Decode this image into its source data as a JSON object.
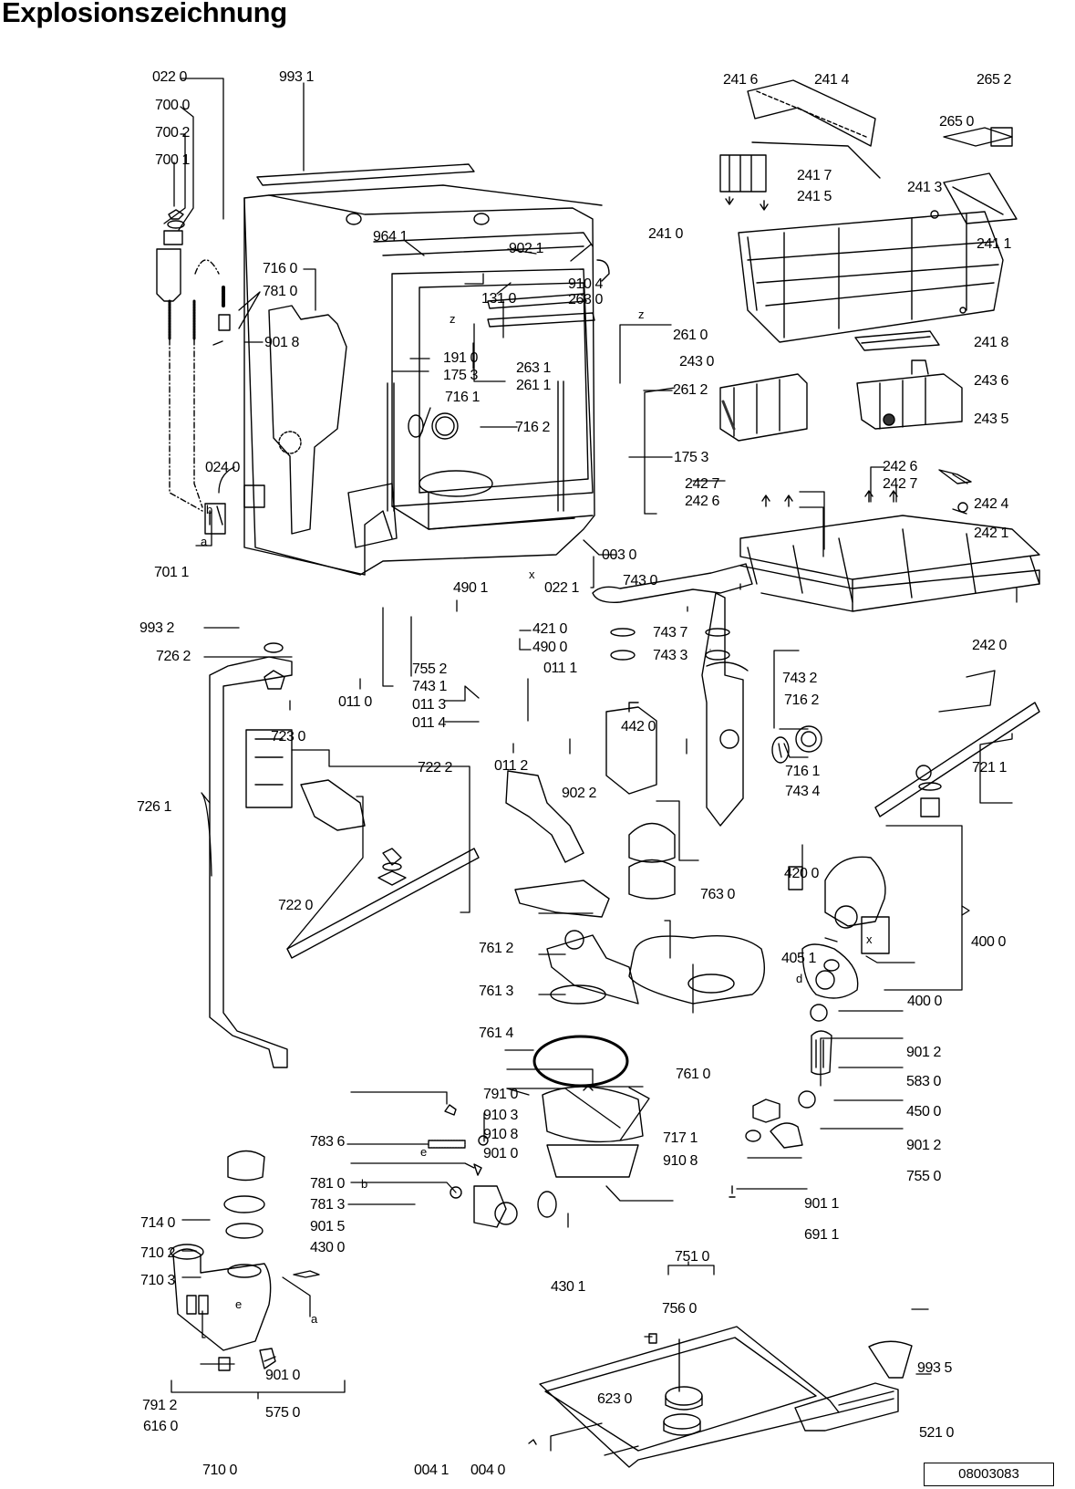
{
  "title": "Explosionszeichnung",
  "document_number": "08003083",
  "labels": {
    "p0220": "022 0",
    "p9931": "993 1",
    "p7000": "700 0",
    "p7002": "700 2",
    "p7001": "700 1",
    "p9641": "964 1",
    "p9021": "902 1",
    "p9104": "910 4",
    "p1310": "131 0",
    "p2630": "263 0",
    "p7160": "716 0",
    "p7810a": "781 0",
    "p9018": "901 8",
    "p1910": "191 0",
    "p1753a": "175 3",
    "p2631": "263 1",
    "p2611": "261 1",
    "p2610": "261 0",
    "p2612": "261 2",
    "p7161a": "716 1",
    "p7162a": "716 2",
    "p1753b": "175 3",
    "p0240": "024 0",
    "p7011": "701 1",
    "p0030": "003 0",
    "p0221": "022 1",
    "p4901": "490 1",
    "p4210": "421 0",
    "p4900": "490 0",
    "p9932": "993 2",
    "p7552": "755 2",
    "p7431": "743 1",
    "p0111": "011 1",
    "p0113": "011 3",
    "p0114": "011 4",
    "p0110": "011 0",
    "p0112": "011 2",
    "p7262": "726 2",
    "p7230": "723 0",
    "p9022": "902 2",
    "p7222": "722 2",
    "p7261": "726 1",
    "p7220": "722 0",
    "p2416": "241 6",
    "p2414": "241 4",
    "p2652": "265 2",
    "p2650": "265 0",
    "p2417": "241 7",
    "p2415": "241 5",
    "p2413": "241 3",
    "p2410": "241 0",
    "p2411": "241 1",
    "p2418": "241 8",
    "p2430": "243 0",
    "p2436": "243 6",
    "p2435": "243 5",
    "p2426a": "242 6",
    "p2427a": "242 7",
    "p2427b": "242 7",
    "p2426b": "242 6",
    "p2424": "242 4",
    "p2421": "242 1",
    "p2420": "242 0",
    "p7430": "743 0",
    "p7437": "743 7",
    "p7433": "743 3",
    "p7432": "743 2",
    "p7162b": "716 2",
    "p7161b": "716 1",
    "p7434": "743 4",
    "p4420": "442 0",
    "p7211": "721 1",
    "p7630": "763 0",
    "p7612": "761 2",
    "p7613": "761 3",
    "p7614": "761 4",
    "p7610": "761 0",
    "p4200": "420 0",
    "p4051": "405 1",
    "p4000a": "400 0",
    "p4000b": "400 0",
    "p9012a": "901 2",
    "p5830": "583 0",
    "p4500": "450 0",
    "p9012b": "901 2",
    "p7550": "755 0",
    "p9011": "901 1",
    "p6911": "691 1",
    "p7910": "791 0",
    "p9103": "910 3",
    "p9108a": "910 8",
    "p9108b": "910 8",
    "p9010a": "901 0",
    "p7171": "717 1",
    "p7836": "783 6",
    "p7810b": "781 0",
    "p7813": "781 3",
    "p9015": "901 5",
    "p4300": "430 0",
    "p7510": "751 0",
    "p4301": "430 1",
    "p7140": "714 0",
    "p7102": "710 2",
    "p7103": "710 3",
    "p9010b": "901 0",
    "p7912": "791 2",
    "p6160": "616 0",
    "p5750": "575 0",
    "p7100": "710 0",
    "p7560": "756 0",
    "p6230": "623 0",
    "p9935": "993 5",
    "p5210": "521 0",
    "p0041": "004 1",
    "p0040": "004 0"
  },
  "markers": {
    "a1": "a",
    "b1": "b",
    "z1": "z",
    "z2": "z",
    "x1": "x",
    "x2": "x",
    "d1": "d",
    "e1": "e",
    "e2": "e",
    "b2": "b",
    "a2": "a"
  }
}
